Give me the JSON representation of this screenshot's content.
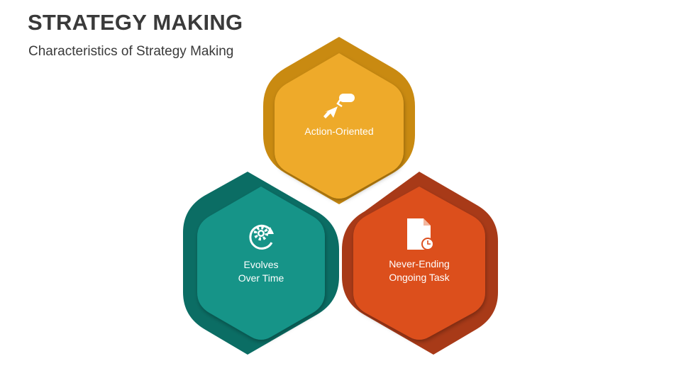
{
  "title": "STRATEGY MAKING",
  "subtitle": "Characteristics of Strategy Making",
  "colors": {
    "yellow_outer": "#c98a11",
    "yellow_inner": "#eeaa2a",
    "teal_outer": "#0b6d64",
    "teal_inner": "#149488",
    "orange_outer": "#a83a18",
    "orange_inner": "#dc4f1f"
  },
  "nodes": [
    {
      "id": "action",
      "icon": "paint-roller-cursor-icon",
      "lines": [
        "Action-Oriented"
      ]
    },
    {
      "id": "evolves",
      "icon": "gear-refresh-icon",
      "lines": [
        "Evolves",
        "Over Time"
      ]
    },
    {
      "id": "never",
      "icon": "document-clock-icon",
      "lines": [
        "Never-Ending",
        "Ongoing Task"
      ]
    }
  ]
}
